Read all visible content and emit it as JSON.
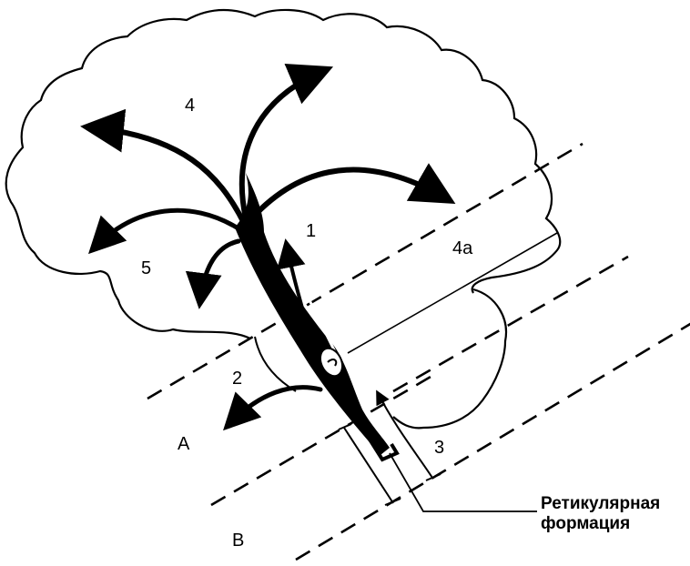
{
  "labels": {
    "n1": "1",
    "n2": "2",
    "n3": "3",
    "n4": "4",
    "n4a": "4a",
    "n5": "5",
    "a": "A",
    "b": "B",
    "reticular_line1": "Ретикулярная",
    "reticular_line2": "формация"
  },
  "colors": {
    "ink": "#000000",
    "paper": "#ffffff"
  }
}
